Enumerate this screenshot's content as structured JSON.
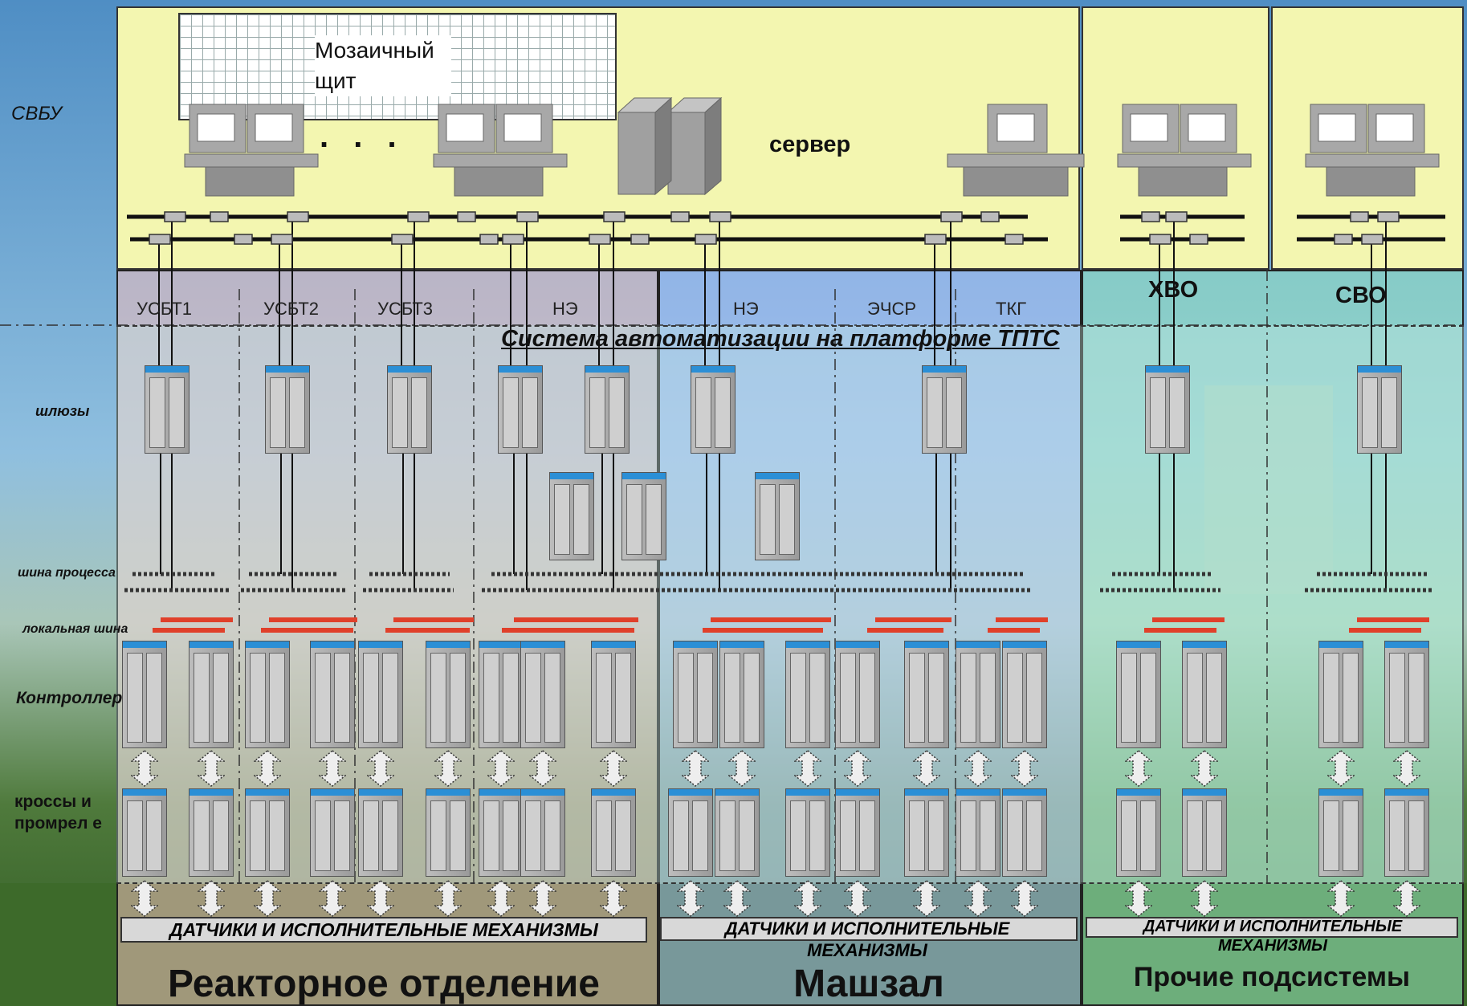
{
  "left_labels": {
    "svbu": "СВБУ",
    "gateways": "шлюзы",
    "process_bus": "шина процесса",
    "local_bus": "локальная шина",
    "controllers": "Контроллеры",
    "crosses": "кроссы и промрел е"
  },
  "top": {
    "mosaic_panel": "Мозаичный щит",
    "dots": ". . .",
    "server": "сервер"
  },
  "columns": {
    "usbt1": "УСБТ1",
    "usbt2": "УСБТ2",
    "usbt3": "УСБТ3",
    "ne_left": "НЭ",
    "ne_right": "НЭ",
    "echsr": "ЭЧСР",
    "tkg": "ТКГ",
    "hvo": "ХВО",
    "svo": "СВО"
  },
  "system_title": "Система автоматизации на платформе ТПТС",
  "sensors": {
    "reactor": "ДАТЧИКИ И ИСПОЛНИТЕЛЬНЫЕ МЕХАНИЗМЫ",
    "machine": "ДАТЧИКИ И ИСПОЛНИТЕЛЬНЫЕ МЕХАНИЗМЫ",
    "other": "ДАТЧИКИ И ИСПОЛНИТЕЛЬНЫЕ МЕХАНИЗМЫ"
  },
  "sections": {
    "reactor": "Реакторное отделение",
    "machine": "Машзал",
    "other": "Прочие подсистемы"
  },
  "colors": {
    "top_panel": "#f3f6b0",
    "reactor_zone": "#f2c7c4",
    "machine_zone": "#b9c9f2",
    "other_zone": "#a9e6c7",
    "bus_red": "#e0402a",
    "cabinet_top": "#2b8fd6"
  }
}
